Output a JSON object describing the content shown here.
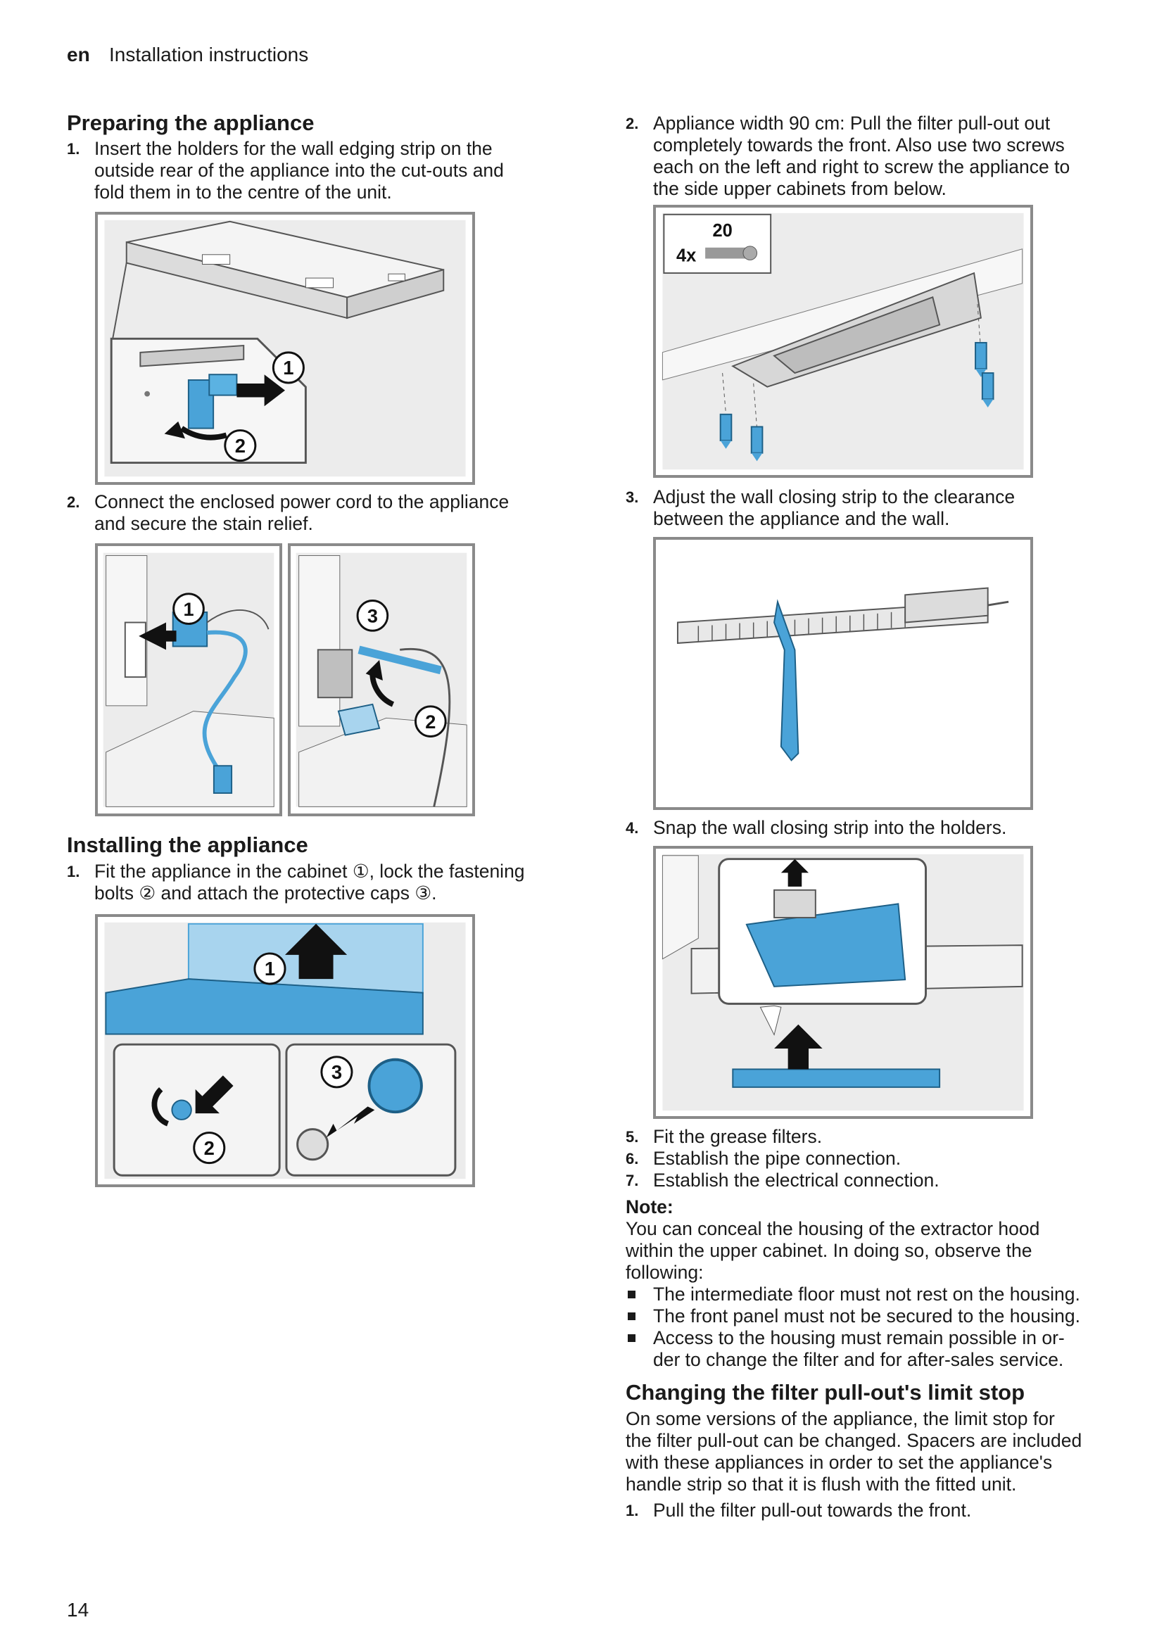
{
  "header": {
    "lang": "en",
    "title": "Installation instructions"
  },
  "left": {
    "section1": {
      "heading": "Preparing the appliance",
      "steps": [
        {
          "num": "1.",
          "lines": [
            "Insert the holders for the wall edging strip on the",
            "outside rear of the appliance into the cut-outs and",
            "fold them in to the centre of the unit."
          ]
        },
        {
          "num": "2.",
          "lines": [
            "Connect the enclosed power cord to the appliance",
            "and secure the stain relief."
          ]
        }
      ]
    },
    "section2": {
      "heading": "Installing the appliance",
      "steps": [
        {
          "num": "1.",
          "lines": [
            "Fit the appliance in the cabinet ①, lock the fastening",
            "bolts ② and attach the protective caps ③."
          ]
        }
      ]
    },
    "figure_labels": {
      "fig1": [
        "1",
        "2"
      ],
      "fig2a": [
        "1"
      ],
      "fig2b": [
        "3",
        "2"
      ],
      "fig3": [
        "1",
        "2",
        "3"
      ]
    }
  },
  "right": {
    "steps_top": [
      {
        "num": "2.",
        "lines": [
          "Appliance width 90 cm: Pull the filter pull-out out",
          "completely towards the front. Also use two screws",
          "each on the left and right to screw the appliance to",
          "the side upper cabinets from below."
        ]
      },
      {
        "num": "3.",
        "lines": [
          "Adjust the wall closing strip to the clearance",
          "between the appliance and the wall."
        ]
      },
      {
        "num": "4.",
        "lines": [
          "Snap the wall closing strip into the holders."
        ]
      }
    ],
    "screw_inset": {
      "count": "4x",
      "size": "20"
    },
    "steps_list": [
      {
        "num": "5.",
        "text": "Fit the grease filters."
      },
      {
        "num": "6.",
        "text": "Establish the pipe connection."
      },
      {
        "num": "7.",
        "text": "Establish the electrical connection."
      }
    ],
    "note": {
      "label": "Note:",
      "lines": [
        "You can conceal the housing of the extractor hood",
        "within the upper cabinet. In doing so, observe the",
        "following:"
      ],
      "bullets": [
        [
          "The intermediate floor must not rest on the housing."
        ],
        [
          "The front panel must not be secured to the housing."
        ],
        [
          "Access to the housing must remain possible in or-",
          "der to change the filter and for after-sales service."
        ]
      ]
    },
    "section3": {
      "heading": "Changing the filter pull-out's limit stop",
      "lines": [
        "On some versions of the appliance, the limit stop for",
        "the filter pull-out can be changed. Spacers are included",
        "with these appliances in order to set the appliance's",
        "handle strip so that it is flush with the fitted unit."
      ],
      "steps": [
        {
          "num": "1.",
          "text": "Pull the filter pull-out towards the front."
        }
      ]
    }
  },
  "footer": {
    "page": "14"
  },
  "colors": {
    "accent_blue": "#4aa3d8",
    "light_blue": "#a8d4ee",
    "frame_grey": "#8a8a8a",
    "text": "#1a1a1a"
  }
}
